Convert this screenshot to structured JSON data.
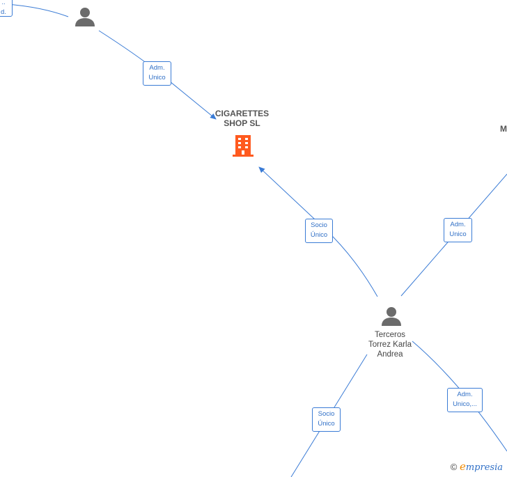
{
  "company": {
    "name_line1": "CIGARETTES",
    "name_line2": "SHOP  SL",
    "icon": "building-icon",
    "icon_color": "#ff5a1f"
  },
  "person_main": {
    "line1": "Terceros",
    "line2": "Torrez Karla",
    "line3": "Andrea",
    "icon": "person-icon"
  },
  "person_top": {
    "icon": "person-icon"
  },
  "partial_right_label": "M",
  "partial_top_left": {
    "line1": "..",
    "line2": "d."
  },
  "edge_labels": {
    "top_person_to_company": {
      "line1": "Adm.",
      "line2": "Unico"
    },
    "main_to_company": {
      "line1": "Socio",
      "line2": "Único"
    },
    "main_to_right": {
      "line1": "Adm.",
      "line2": "Unico"
    },
    "main_to_bottom_right": {
      "line1": "Adm.",
      "line2": "Unico,..."
    },
    "main_to_bottom_left": {
      "line1": "Socio",
      "line2": "Único"
    }
  },
  "colors": {
    "edge": "#3a7bd5",
    "person": "#6b6b6b"
  },
  "watermark": {
    "copyright": "©",
    "brand_initial": "e",
    "brand_rest": "mpresia"
  }
}
